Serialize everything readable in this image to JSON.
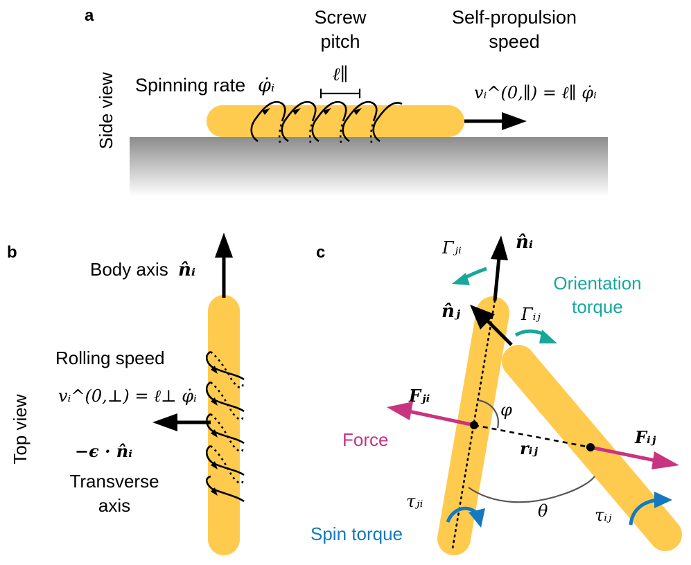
{
  "panels": {
    "a": {
      "label": "a",
      "view_label": "Side view",
      "screw_pitch_line1": "Screw",
      "screw_pitch_line2": "pitch",
      "pitch_symbol": "ℓ∥",
      "speed_title_line1": "Self-propulsion",
      "speed_title_line2": "speed",
      "spinning_rate_label": "Spinning rate",
      "spinning_rate_symbol": "φ̇ᵢ",
      "speed_formula": "vᵢ^(0,∥) = ℓ∥ φ̇ᵢ"
    },
    "b": {
      "label": "b",
      "view_label": "Top view",
      "body_axis_label": "Body axis",
      "body_axis_symbol": "n̂ᵢ",
      "rolling_speed_label": "Rolling speed",
      "rolling_formula": "vᵢ^(0,⊥) = ℓ⊥ φ̇ᵢ",
      "transverse_symbol": "−ϵ · n̂ᵢ",
      "transverse_line1": "Transverse",
      "transverse_line2": "axis"
    },
    "c": {
      "label": "c",
      "n_i": "n̂ᵢ",
      "n_j": "n̂ⱼ",
      "gamma_ji": "Γⱼᵢ",
      "gamma_ij": "Γᵢⱼ",
      "orientation_line1": "Orientation",
      "orientation_line2": "torque",
      "F_ji": "Fⱼᵢ",
      "F_ij": "Fᵢⱼ",
      "force_label": "Force",
      "phi": "φ",
      "r_ij": "rᵢⱼ",
      "theta": "θ",
      "tau_ji": "τⱼᵢ",
      "tau_ij": "τᵢⱼ",
      "spin_torque_label": "Spin torque"
    }
  },
  "colors": {
    "rod": "#FFCB4F",
    "teal": "#18A79B",
    "magenta": "#C8347F",
    "blue": "#1479BE",
    "ink": "#000000",
    "grey": "#555555"
  }
}
